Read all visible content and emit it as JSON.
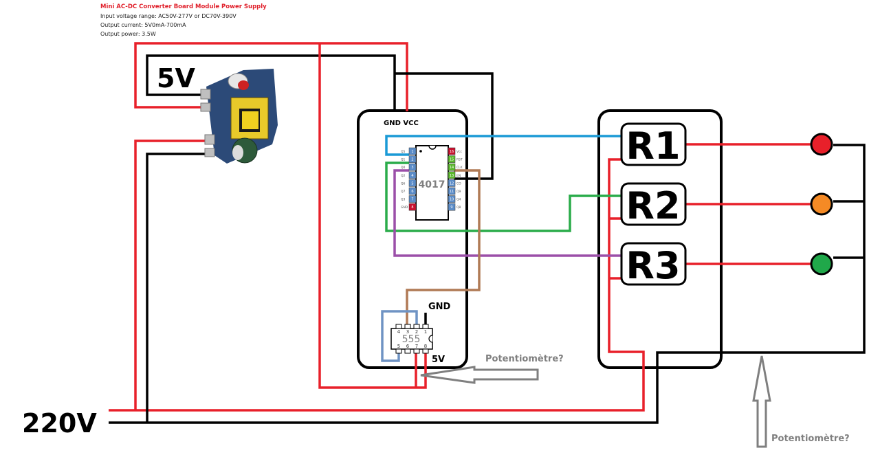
{
  "spec_panel": {
    "title": "Mini AC-DC Converter Board Module Power Supply",
    "lines": [
      "Input voltage range: AC50V-277V or DC70V-390V",
      "Output current: 5V0mA-700mA",
      "Output power: 3.5W"
    ]
  },
  "labels": {
    "output_5v": "5V",
    "mains": "220V",
    "gnd_vcc": "GND VCC",
    "ic_4017": "4017",
    "ic_555": "555",
    "gnd_555": "GND",
    "vcc_555": "5V",
    "pot_question_1": "Potentiomètre?",
    "pot_question_2": "Potentiomètre?"
  },
  "relays": [
    {
      "label": "R1",
      "lamp_color": "#e8202a"
    },
    {
      "label": "R2",
      "lamp_color": "#f58a25"
    },
    {
      "label": "R3",
      "lamp_color": "#20a84a"
    }
  ],
  "ic_4017": {
    "left_pins": [
      {
        "num": "1",
        "name": "Q5",
        "color": "#5b8cc8"
      },
      {
        "num": "2",
        "name": "Q1",
        "color": "#5b8cc8"
      },
      {
        "num": "3",
        "name": "Q0",
        "color": "#5b8cc8"
      },
      {
        "num": "4",
        "name": "Q2",
        "color": "#5b8cc8"
      },
      {
        "num": "5",
        "name": "Q6",
        "color": "#5b8cc8"
      },
      {
        "num": "6",
        "name": "Q7",
        "color": "#5b8cc8"
      },
      {
        "num": "7",
        "name": "Q3",
        "color": "#5b8cc8"
      },
      {
        "num": "8",
        "name": "GND",
        "color": "#c8102e"
      }
    ],
    "right_pins": [
      {
        "num": "16",
        "name": "Vcc",
        "color": "#c8102e"
      },
      {
        "num": "15",
        "name": "RST",
        "color": "#5cb82e"
      },
      {
        "num": "14",
        "name": "CLK",
        "color": "#5cb82e"
      },
      {
        "num": "13",
        "name": "EN",
        "color": "#5cb82e"
      },
      {
        "num": "12",
        "name": "CO",
        "color": "#5b8cc8"
      },
      {
        "num": "11",
        "name": "Q9",
        "color": "#5b8cc8"
      },
      {
        "num": "10",
        "name": "Q4",
        "color": "#5b8cc8"
      },
      {
        "num": "9",
        "name": "Q8",
        "color": "#5b8cc8"
      }
    ]
  },
  "ic_555": {
    "top_pins": [
      "4",
      "3",
      "2",
      "1"
    ],
    "bottom_pins": [
      "5",
      "6",
      "7",
      "8"
    ]
  },
  "colors": {
    "power": "#e8202a",
    "ground": "#000000",
    "q1_wire": "#1a9ad6",
    "q2_wire": "#2aac4a",
    "q3_wire": "#9b4fa8",
    "clock_wire": "#b07a55",
    "trigger_loop": "#6f93c4",
    "annotation": "#7f7f7f"
  }
}
